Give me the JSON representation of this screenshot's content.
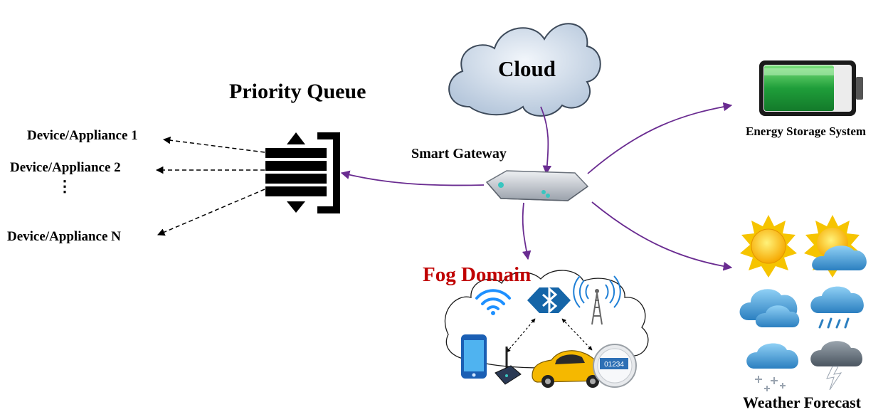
{
  "priority_queue": {
    "title": "Priority Queue",
    "devices": [
      "Device/Appliance 1",
      "Device/Appliance 2",
      "Device/Appliance N"
    ],
    "ellipsis": "⋮"
  },
  "cloud": {
    "label": "Cloud"
  },
  "gateway": {
    "label": "Smart Gateway"
  },
  "fog": {
    "label": "Fog Domain",
    "meter_reading": "01234"
  },
  "energy_storage": {
    "label": "Energy Storage System"
  },
  "weather": {
    "label": "Weather Forecast"
  },
  "colors": {
    "connector": "#6a2c91",
    "fog_label": "#c00000",
    "battery_green": "#2bb24c",
    "wifi_blue": "#1e90ff",
    "car_yellow": "#f5b800"
  },
  "icons": [
    "cloud-icon",
    "gateway-icon",
    "queue-icon",
    "battery-icon",
    "sun-icon",
    "sun-cloud-icon",
    "cloud-icon",
    "rain-icon",
    "snow-icon",
    "storm-icon",
    "wifi-icon",
    "bluetooth-icon",
    "cell-tower-icon",
    "phone-icon",
    "router-icon",
    "car-icon",
    "smart-meter-icon"
  ]
}
